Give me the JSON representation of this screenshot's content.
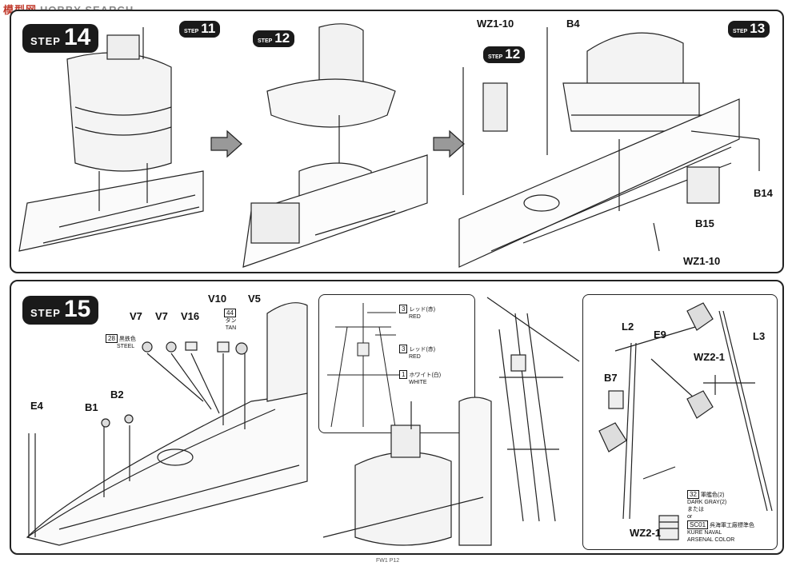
{
  "watermark": {
    "brand": "模型网",
    "latin": "HOBBY SEARCH"
  },
  "step14": {
    "badge_word": "STEP",
    "badge_number": "14",
    "sub_steps": [
      {
        "word": "STEP",
        "number": "11"
      },
      {
        "word": "STEP",
        "number": "12"
      },
      {
        "word": "STEP",
        "number": "12"
      },
      {
        "word": "STEP",
        "number": "13"
      }
    ],
    "parts": [
      "WZ1-10",
      "B4",
      "B14",
      "B15",
      "WZ1-10"
    ]
  },
  "step15": {
    "badge_word": "STEP",
    "badge_number": "15",
    "parts": [
      "V7",
      "V7",
      "V16",
      "V10",
      "V5",
      "E4",
      "B1",
      "B2"
    ],
    "colors": {
      "steel": {
        "num": "28",
        "jp": "黒鉄色",
        "en": "STEEL"
      },
      "tan": {
        "num": "44",
        "jp": "タン",
        "en": "TAN"
      }
    },
    "mast_callouts": [
      {
        "num": "3",
        "jp": "レッド(赤)",
        "en": "RED"
      },
      {
        "num": "3",
        "jp": "レッド(赤)",
        "en": "RED"
      },
      {
        "num": "1",
        "jp": "ホワイト(白)",
        "en": "WHITE"
      }
    ],
    "detail_parts": [
      "L2",
      "E9",
      "L3",
      "WZ2-1",
      "B7",
      "WZ2-1"
    ],
    "paint_note": {
      "num1": "32",
      "jp1": "軍艦色(2)",
      "en1": "DARK GRAY(2)",
      "or_jp": "または",
      "or_en": "or",
      "num2": "SC01",
      "jp2": "呉海軍工廠標準色",
      "en2a": "KURE NAVAL",
      "en2b": "ARSENAL COLOR"
    }
  },
  "footer": "FW1 P12"
}
